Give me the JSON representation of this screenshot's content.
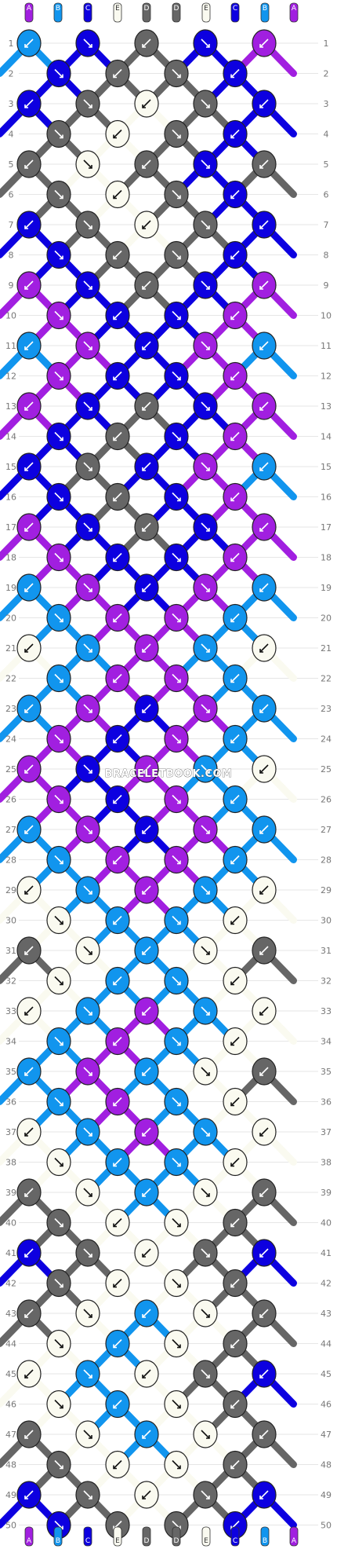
{
  "colors": {
    "A": "#a11fe0",
    "B": "#1195ee",
    "C": "#0d00e0",
    "D": "#666666",
    "E": "#fafaf0"
  },
  "strings_top": [
    "A",
    "B",
    "C",
    "E",
    "D",
    "D",
    "E",
    "C",
    "B",
    "A"
  ],
  "strings_bottom": [
    "A",
    "B",
    "C",
    "E",
    "D",
    "D",
    "E",
    "C",
    "B",
    "A"
  ],
  "rows": [
    "1",
    "2",
    "3",
    "4",
    "5",
    "6",
    "7",
    "8",
    "9",
    "10",
    "11",
    "12",
    "13",
    "14",
    "15",
    "16",
    "17",
    "18",
    "19",
    "20",
    "21",
    "22",
    "23",
    "24",
    "25",
    "26",
    "27",
    "28",
    "29",
    "30",
    "31",
    "32",
    "33",
    "34",
    "35",
    "36",
    "37",
    "38",
    "39",
    "40",
    "41",
    "42",
    "43",
    "44",
    "45",
    "46",
    "47",
    "48",
    "49",
    "50"
  ],
  "knot_rows": [
    [
      "B",
      "C",
      "D",
      "C",
      "A"
    ],
    [
      "C",
      "D",
      "D",
      "C"
    ],
    [
      "C",
      "D",
      "E",
      "D",
      "C"
    ],
    [
      "D",
      "E",
      "D",
      "C"
    ],
    [
      "D",
      "E",
      "D",
      "C",
      "D"
    ],
    [
      "D",
      "E",
      "D",
      "C"
    ],
    [
      "C",
      "D",
      "E",
      "D",
      "C"
    ],
    [
      "C",
      "D",
      "D",
      "C"
    ],
    [
      "A",
      "C",
      "D",
      "C",
      "A"
    ],
    [
      "A",
      "C",
      "C",
      "A"
    ],
    [
      "B",
      "A",
      "C",
      "A",
      "B"
    ],
    [
      "A",
      "C",
      "C",
      "A"
    ],
    [
      "A",
      "C",
      "D",
      "C",
      "A"
    ],
    [
      "C",
      "D",
      "C",
      "A"
    ],
    [
      "C",
      "D",
      "C",
      "A",
      "B"
    ],
    [
      "C",
      "D",
      "C",
      "A"
    ],
    [
      "A",
      "C",
      "D",
      "C",
      "A"
    ],
    [
      "A",
      "C",
      "C",
      "A"
    ],
    [
      "B",
      "A",
      "C",
      "A",
      "B"
    ],
    [
      "B",
      "A",
      "A",
      "B"
    ],
    [
      "E",
      "B",
      "A",
      "B",
      "E"
    ],
    [
      "B",
      "A",
      "A",
      "B"
    ],
    [
      "B",
      "A",
      "C",
      "A",
      "B"
    ],
    [
      "A",
      "C",
      "A",
      "B"
    ],
    [
      "A",
      "C",
      "A",
      "B",
      "E"
    ],
    [
      "A",
      "C",
      "A",
      "B"
    ],
    [
      "B",
      "A",
      "C",
      "A",
      "B"
    ],
    [
      "B",
      "A",
      "A",
      "B"
    ],
    [
      "E",
      "B",
      "A",
      "B",
      "E"
    ],
    [
      "E",
      "B",
      "B",
      "E"
    ],
    [
      "D",
      "E",
      "B",
      "E",
      "D"
    ],
    [
      "E",
      "B",
      "B",
      "E"
    ],
    [
      "E",
      "B",
      "A",
      "B",
      "E"
    ],
    [
      "B",
      "A",
      "B",
      "E"
    ],
    [
      "B",
      "A",
      "B",
      "E",
      "D"
    ],
    [
      "B",
      "A",
      "B",
      "E"
    ],
    [
      "E",
      "B",
      "A",
      "B",
      "E"
    ],
    [
      "E",
      "B",
      "B",
      "E"
    ],
    [
      "D",
      "E",
      "B",
      "E",
      "D"
    ],
    [
      "D",
      "E",
      "E",
      "D"
    ],
    [
      "C",
      "D",
      "E",
      "D",
      "C"
    ],
    [
      "D",
      "E",
      "E",
      "D"
    ],
    [
      "D",
      "E",
      "B",
      "E",
      "D"
    ],
    [
      "E",
      "B",
      "E",
      "D"
    ],
    [
      "E",
      "B",
      "E",
      "D",
      "C"
    ],
    [
      "E",
      "B",
      "E",
      "D"
    ],
    [
      "D",
      "E",
      "B",
      "E",
      "D"
    ],
    [
      "D",
      "E",
      "E",
      "D"
    ],
    [
      "C",
      "D",
      "E",
      "D",
      "C"
    ],
    [
      "C",
      "D",
      "D",
      "C"
    ]
  ],
  "watermark": "BRACELETBOOK.COM"
}
